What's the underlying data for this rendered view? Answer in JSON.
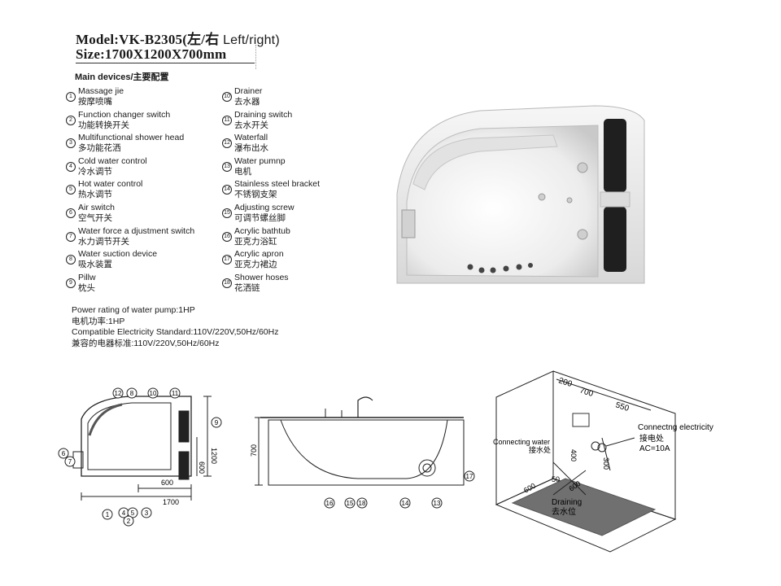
{
  "header": {
    "model_line": "Model:VK-B2305(左/右",
    "model_suffix": " Left/right)",
    "size_line": "Size:1700X1200X700mm",
    "main_devices": "Main devices/主要配置"
  },
  "devices_left": [
    {
      "num": "1",
      "en": "Massage jie",
      "cn": "按摩喷嘴"
    },
    {
      "num": "2",
      "en": "Function changer switch",
      "cn": "功能转换开关"
    },
    {
      "num": "3",
      "en": "Multifunctional shower head",
      "cn": "多功能花洒"
    },
    {
      "num": "4",
      "en": "Cold water control",
      "cn": "冷水调节"
    },
    {
      "num": "5",
      "en": "Hot water control",
      "cn": "热水调节"
    },
    {
      "num": "6",
      "en": "Air switch",
      "cn": "空气开关"
    },
    {
      "num": "7",
      "en": "Water force a djustment switch",
      "cn": "水力调节开关"
    },
    {
      "num": "8",
      "en": "Water suction device",
      "cn": "吸水装置"
    },
    {
      "num": "9",
      "en": "Pillw",
      "cn": "枕头"
    }
  ],
  "devices_right": [
    {
      "num": "10",
      "en": "Drainer",
      "cn": "去水器"
    },
    {
      "num": "11",
      "en": "Draining switch",
      "cn": "去水开关"
    },
    {
      "num": "12",
      "en": "Waterfall",
      "cn": "瀑布出水"
    },
    {
      "num": "13",
      "en": "Water pumnp",
      "cn": "电机"
    },
    {
      "num": "14",
      "en": "Stainless steel bracket",
      "cn": "不锈钢支架"
    },
    {
      "num": "15",
      "en": "Adjusting screw",
      "cn": "可调节螺丝脚"
    },
    {
      "num": "16",
      "en": "Acrylic bathtub",
      "cn": "亚克力浴缸"
    },
    {
      "num": "17",
      "en": "Acrylic apron",
      "cn": "亚克力裙边"
    },
    {
      "num": "18",
      "en": "Shower hoses",
      "cn": "花洒链"
    }
  ],
  "power": {
    "line1": "Power rating of water pump:1HP",
    "line2": "电机功率:1HP",
    "line3": "Compatible Electricity Standard:110V/220V,50Hz/60Hz",
    "line4": "兼容的电器标准:110V/220V,50Hz/60Hz"
  },
  "top_view": {
    "callouts_top": [
      "12",
      "8",
      "10",
      "11"
    ],
    "callouts_bottom": [
      "1",
      "4",
      "5",
      "3",
      "2"
    ],
    "callouts_left": [
      "6",
      "7"
    ],
    "callout_right": "9",
    "dim_1200": "1200",
    "dim_600_v": "600",
    "dim_600_h": "600",
    "dim_1700": "1700"
  },
  "side_view": {
    "dim_700": "700",
    "callouts": [
      "16",
      "15",
      "18",
      "14",
      "13",
      "17"
    ]
  },
  "install_view": {
    "dim_200": "200",
    "dim_700": "700",
    "dim_550": "550",
    "dim_400": "400",
    "dim_300": "300",
    "dim_50": "50",
    "dim_600_a": "600",
    "dim_600_b": "600",
    "connecting_water": "Connecting water",
    "connecting_water_cn": "接水处",
    "connecting_elec": "Connectng electricity",
    "connecting_elec_cn": "接电处",
    "ac": "AC=10A",
    "draining": "Draining",
    "draining_cn": "去水位"
  }
}
